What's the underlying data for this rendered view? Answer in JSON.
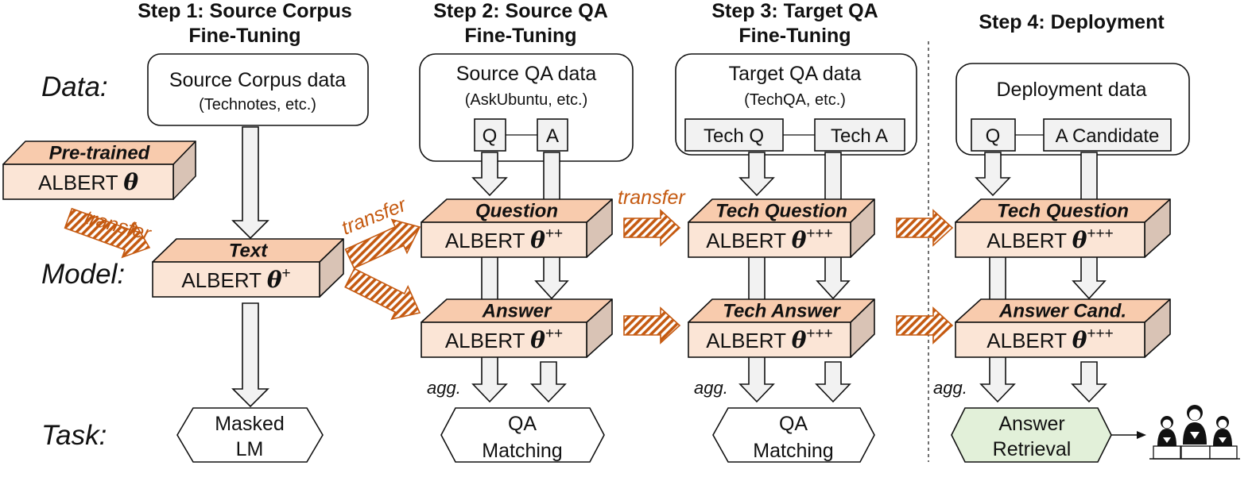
{
  "steps": [
    {
      "line1": "Step 1: Source Corpus",
      "line2": "Fine-Tuning"
    },
    {
      "line1": "Step 2: Source QA",
      "line2": "Fine-Tuning"
    },
    {
      "line1": "Step 3: Target QA",
      "line2": "Fine-Tuning"
    },
    {
      "line1": "Step 4: Deployment",
      "line2": ""
    }
  ],
  "row_labels": {
    "data": "Data:",
    "model": "Model:",
    "task": "Task:"
  },
  "data_boxes": [
    {
      "title": "Source Corpus data",
      "subtitle": "(Technotes, etc.)"
    },
    {
      "title": "Source QA data",
      "subtitle": "(AskUbuntu, etc.)",
      "q": "Q",
      "a": "A"
    },
    {
      "title": "Target QA data",
      "subtitle": "(TechQA, etc.)",
      "q": "Tech Q",
      "a": "Tech A"
    },
    {
      "title": "Deployment data",
      "subtitle": "",
      "q": "Q",
      "a": "A Candidate"
    }
  ],
  "models": {
    "pretrained": {
      "title": "Pre-trained",
      "text": "ALBERT",
      "theta": "θ",
      "sup": ""
    },
    "text": {
      "title": "Text",
      "text": "ALBERT",
      "theta": "θ",
      "sup": "+"
    },
    "s2_question": {
      "title": "Question",
      "text": "ALBERT",
      "theta": "θ",
      "sup": "++"
    },
    "s2_answer": {
      "title": "Answer",
      "text": "ALBERT",
      "theta": "θ",
      "sup": "++"
    },
    "s3_question": {
      "title": "Tech Question",
      "text": "ALBERT",
      "theta": "θ",
      "sup": "+++"
    },
    "s3_answer": {
      "title": "Tech Answer",
      "text": "ALBERT",
      "theta": "θ",
      "sup": "+++"
    },
    "s4_question": {
      "title": "Tech Question",
      "text": "ALBERT",
      "theta": "θ",
      "sup": "+++"
    },
    "s4_answer": {
      "title": "Answer Cand.",
      "text": "ALBERT",
      "theta": "θ",
      "sup": "+++"
    }
  },
  "transfer_labels": [
    "transfer",
    "transfer",
    "transfer"
  ],
  "agg_labels": [
    "agg.",
    "agg.",
    "agg."
  ],
  "tasks": [
    {
      "line1": "Masked",
      "line2": "LM"
    },
    {
      "line1": "QA",
      "line2": "Matching"
    },
    {
      "line1": "QA",
      "line2": "Matching"
    },
    {
      "line1": "Answer",
      "line2": "Retrieval"
    }
  ],
  "colors": {
    "model_face": "#fbe5d6",
    "model_top": "#f8cbad",
    "model_side": "#d9c3b5",
    "transfer_arrow": "#c55a11",
    "arrow_fill": "#f2f2f2",
    "task_highlight": "#e2f0d9",
    "qa_box": "#f2f2f2"
  },
  "icons": [
    "users-icon"
  ]
}
